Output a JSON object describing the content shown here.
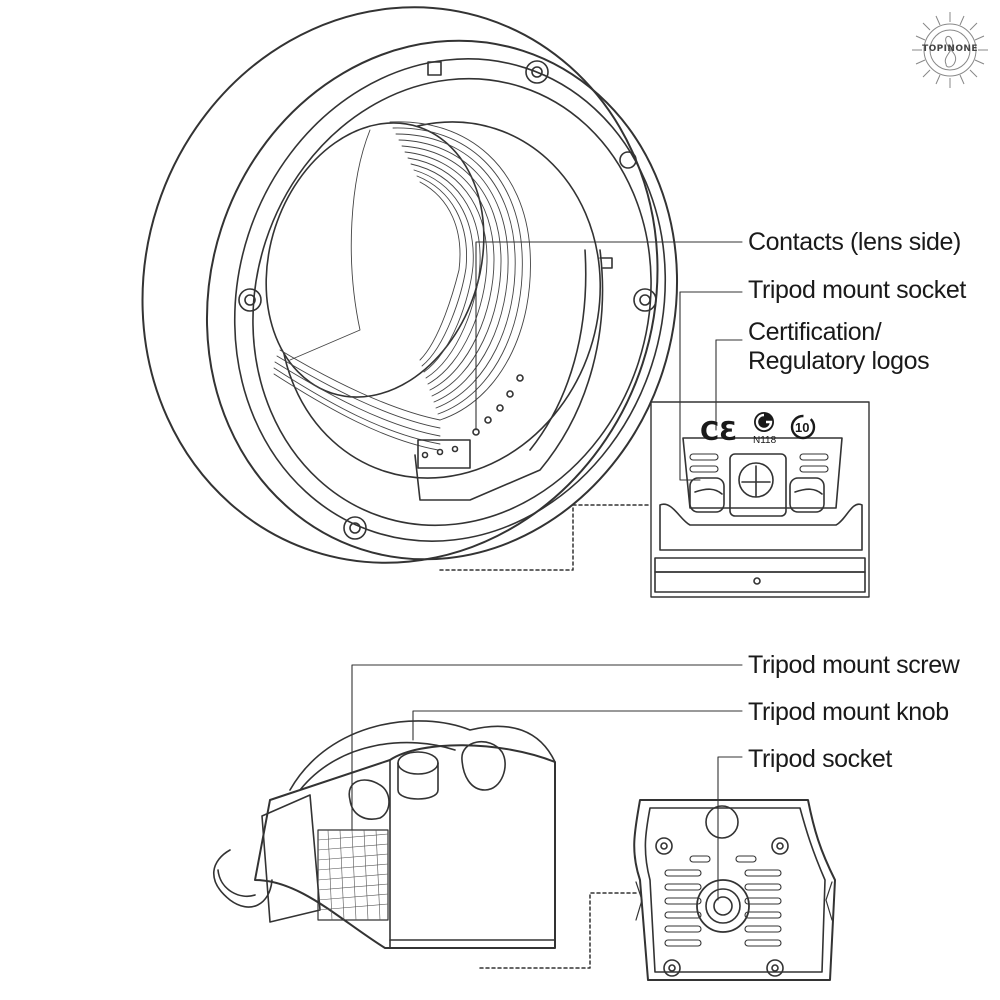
{
  "callouts": {
    "contacts": "Contacts (lens side)",
    "tripod_mount_socket": "Tripod mount socket",
    "certification_line1": "Certification/",
    "certification_line2": "Regulatory logos",
    "tripod_mount_screw": "Tripod mount screw",
    "tripod_mount_knob": "Tripod mount knob",
    "tripod_socket": "Tripod socket"
  },
  "cert_marks": {
    "ce": "CƐ",
    "rcm_code": "N118",
    "epup": "10"
  },
  "watermark": "TOPINONE",
  "colors": {
    "line": "#333333",
    "ink": "#1a1a1a",
    "fill": "#ffffff"
  },
  "icons": [
    "ce-mark-icon",
    "rcm-mark-icon",
    "epup-10-icon",
    "watermark-logo"
  ]
}
